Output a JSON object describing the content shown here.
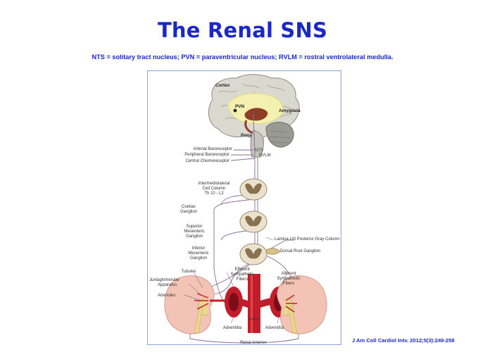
{
  "slide": {
    "title": "The Renal SNS",
    "subtitle": "NTS = solitary tract nucleus; PVN = paraventricular nucleus; RVLM = rostral ventrolateral medulla.",
    "citation": "J Am Coll Cardiol Intv. 2012;5(3):249-258"
  },
  "diagram": {
    "brain": {
      "cortex": "Cortex",
      "pvn": "PVN",
      "amygdala": "Amygdala",
      "pons": "Pons",
      "nts": "NTS",
      "rvlm": "RVLM"
    },
    "left_labels": {
      "arterial_baroreceptor": "Arterial Baroreceptor",
      "peripheral_baroreceptor": "Peripheral Baroreceptor",
      "central_chemoreceptor": "Central Chemoreceptor",
      "iml_1": "Intermediolateral",
      "iml_2": "Cell Column",
      "iml_3": "Th 10 - L2",
      "coeliac_1": "Coeliac",
      "coeliac_2": "Ganglion",
      "sup_mes_1": "Superior",
      "sup_mes_2": "Mesenteric",
      "sup_mes_3": "Ganglion",
      "inf_mes_1": "Inferior",
      "inf_mes_2": "Mesenteric",
      "inf_mes_3": "Ganglion",
      "tubules": "Tubules",
      "juxta_1": "Juxtaglomerular",
      "juxta_2": "Apparatus",
      "arterioles": "Arterioles"
    },
    "right_labels": {
      "lamina": "Lamina I-III Posterior Gray Column",
      "drg": "Dorsal Root Ganglion",
      "aff_1": "Afferent",
      "aff_2": "Sympathetic",
      "aff_3": "Fibers"
    },
    "center_labels": {
      "eff_1": "Efferent",
      "eff_2": "Sympathetic",
      "eff_3": "Fibers",
      "aorta": "Aorta",
      "adventitia_left": "Adventitia",
      "adventitia_right": "Adventitia",
      "renal_arteries": "Renal Arteries"
    }
  }
}
